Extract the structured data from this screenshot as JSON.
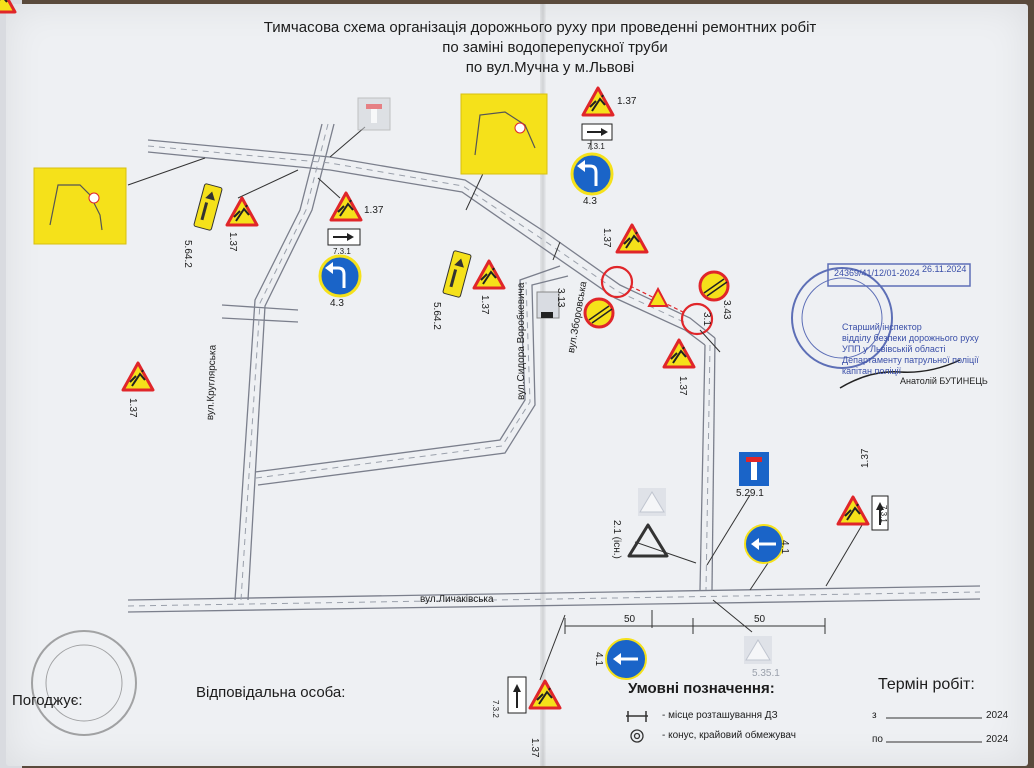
{
  "title": {
    "line1": "Тимчасова схема організація дорожнього руху при проведенні ремонтних робіт",
    "line2": "по заміні водоперепускної труби",
    "line3": "по вул.Мучна у м.Львові"
  },
  "streets": {
    "lychakivska": "вул.Личаківська",
    "kruhlyarska": "вул.Круглярська",
    "vorobkevycha": "вул.Сидора Воробкевича",
    "zborovska": "вул.Зборовська"
  },
  "sign_codes": {
    "s137": "1.37",
    "s731": "7.3.1",
    "s43": "4.3",
    "s5642": "5.64.2",
    "s5291": "5.29.1",
    "s41": "4.1",
    "s732": "7.3.2",
    "s5351": "5.35.1",
    "s21": "2.1 (існ.)",
    "s343": "3.43",
    "s31": "3.1",
    "s313": "3.13"
  },
  "distances": {
    "left": "50",
    "right": "50"
  },
  "labels": {
    "responsible": "Відповідальна особа:",
    "agreed": "Погоджує:",
    "legend_title": "Умовні позначення:",
    "legend_item1": "- місце розташування ДЗ",
    "legend_item2": "- конус, крайовий обмежувач",
    "term_title": "Термін робіт:",
    "term_from": "з",
    "term_to": "по",
    "year1": "2024",
    "year2": "2024"
  },
  "stamp": {
    "line1": "Старший інспектор",
    "line2": "відділу безпеки дорожнього руху",
    "line3": "УПП у Львівській області",
    "line4": "Департаменту патрульної поліції",
    "line5": "капітан поліції",
    "line6": "Анатолій БУТИНЕЦЬ",
    "num": "24369/41/12/01-2024",
    "date": "26.11.2024"
  },
  "colors": {
    "road": "#7b7f8c",
    "sign_yellow": "#f5e11a",
    "sign_red": "#e0262a",
    "sign_blue": "#1a64c8",
    "stamp": "#3a4fa8"
  }
}
